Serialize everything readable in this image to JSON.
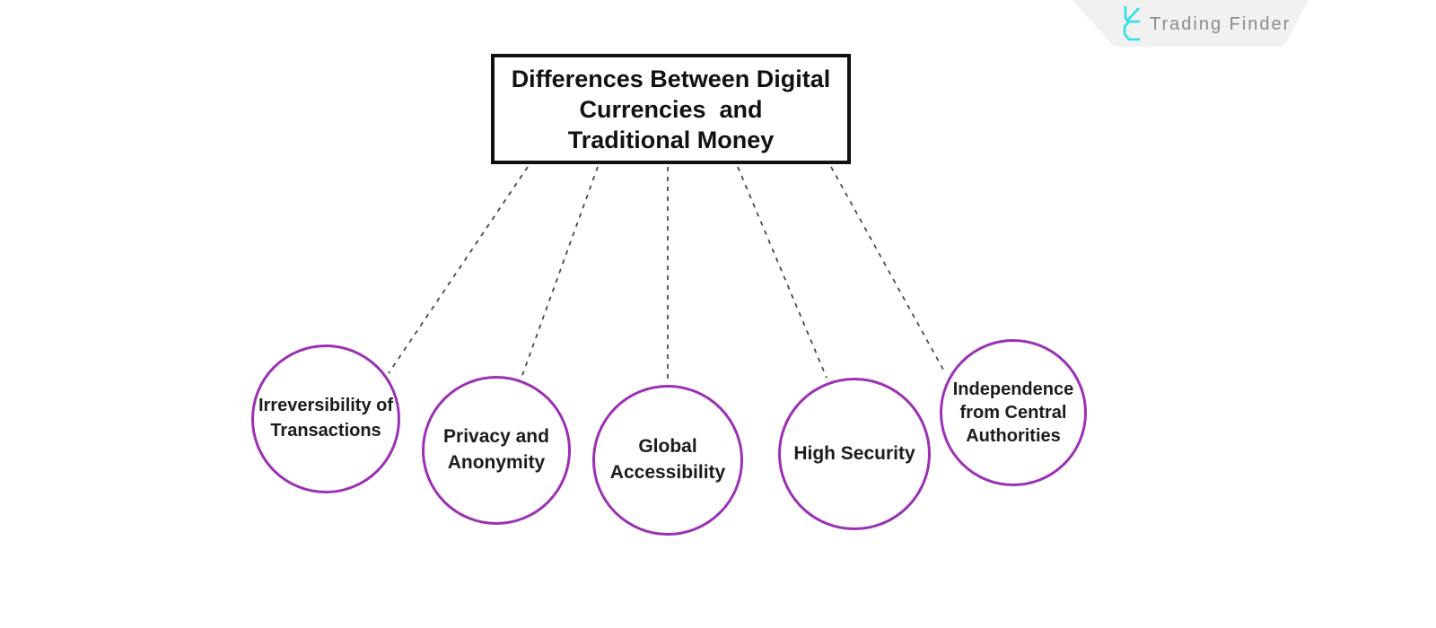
{
  "colors": {
    "accent_purple": "#9B30B5",
    "connector": "#404040",
    "box_border": "#111111",
    "banner_bg": "#F1F1F2",
    "brand_text": "#8B8B8B",
    "brand_icon": "#2DE2E7"
  },
  "brand": {
    "name": "Trading Finder"
  },
  "diagram": {
    "title_line1": "Differences Between Digital",
    "title_line2": "Currencies  and",
    "title_line3": "Traditional Money",
    "nodes": [
      {
        "label": "Irreversibility of\nTransactions"
      },
      {
        "label": "Privacy and\nAnonymity"
      },
      {
        "label": "Global\nAccessibility"
      },
      {
        "label": "High Security"
      },
      {
        "label": "Independence\nfrom Central\nAuthorities"
      }
    ]
  }
}
